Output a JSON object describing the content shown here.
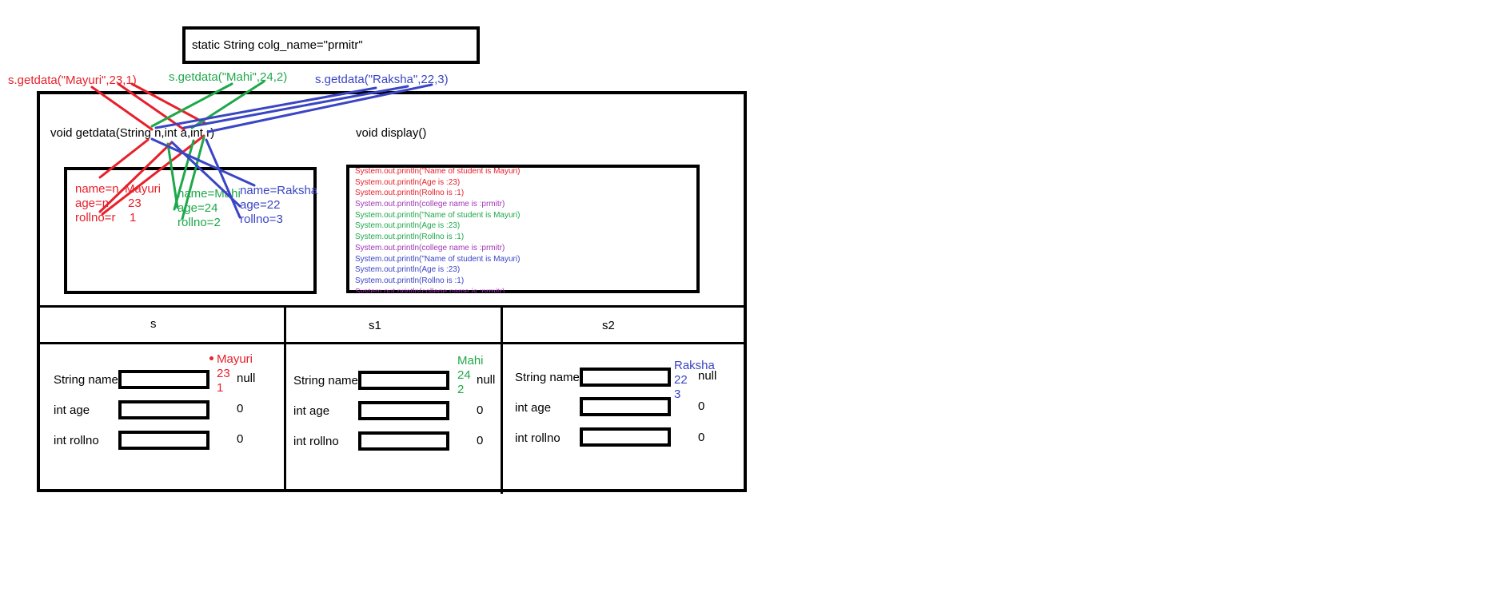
{
  "header": {
    "static_decl": "static String colg_name=\"prmitr\""
  },
  "calls": [
    {
      "text": "s.getdata(\"Mayuri\",23,1)",
      "color": "#e8202a"
    },
    {
      "text": "s.getdata(\"Mahi\",24,2)",
      "color": "#1fa84a"
    },
    {
      "text": "s.getdata(\"Raksha\",22,3)",
      "color": "#3a45c4"
    }
  ],
  "methods": {
    "getdata_sig": "void getdata(String n,int a,int r)",
    "display_sig": "void display()"
  },
  "getdata_box": {
    "red_labels": [
      "name=n",
      "age=n",
      "rollno=r"
    ],
    "red_values": [
      "Mayuri",
      "23",
      "1"
    ],
    "green_lines": [
      "name=Mahi",
      "age=24",
      "rollno=2"
    ],
    "blue_lines": [
      "name=Raksha",
      "age=22",
      "rollno=3"
    ]
  },
  "display_box": {
    "lines": [
      {
        "text": "System.out.println(\"Name of student is Mayuri)",
        "color": "red"
      },
      {
        "text": "System.out.println(Age is :23)",
        "color": "red"
      },
      {
        "text": "System.out.println(Rollno is :1)",
        "color": "red"
      },
      {
        "text": "System.out.println(college name is :prmitr)",
        "color": "purple"
      },
      {
        "text": "System.out.println(\"Name of student is Mayuri)",
        "color": "green"
      },
      {
        "text": "System.out.println(Age is :23)",
        "color": "green"
      },
      {
        "text": "System.out.println(Rollno is :1)",
        "color": "green"
      },
      {
        "text": "System.out.println(college name is :prmitr)",
        "color": "purple"
      },
      {
        "text": "System.out.println(\"Name of student is Mayuri)",
        "color": "blue"
      },
      {
        "text": "System.out.println(Age is :23)",
        "color": "blue"
      },
      {
        "text": "System.out.println(Rollno is :1)",
        "color": "blue"
      },
      {
        "text": "System.out.println(college name is :prmitr)",
        "color": "purple"
      }
    ]
  },
  "objects": [
    {
      "header": "s",
      "fields": [
        "String name",
        "int age",
        "int rollno"
      ],
      "defaults": [
        "null",
        "0",
        "0"
      ],
      "assigned": [
        "Mayuri",
        "23",
        "1"
      ],
      "color": "red"
    },
    {
      "header": "s1",
      "fields": [
        "String name",
        "int age",
        "int rollno"
      ],
      "defaults": [
        "null",
        "0",
        "0"
      ],
      "assigned": [
        "Mahi",
        "24",
        "2"
      ],
      "color": "green"
    },
    {
      "header": "s2",
      "fields": [
        "String name",
        "int age",
        "int rollno"
      ],
      "defaults": [
        "null",
        "0",
        "0"
      ],
      "assigned": [
        "Raksha",
        "22",
        "3"
      ],
      "color": "blue"
    }
  ],
  "colors": {
    "red": "#e8202a",
    "green": "#1fa84a",
    "blue": "#3a45c4",
    "purple": "#a035b5"
  }
}
